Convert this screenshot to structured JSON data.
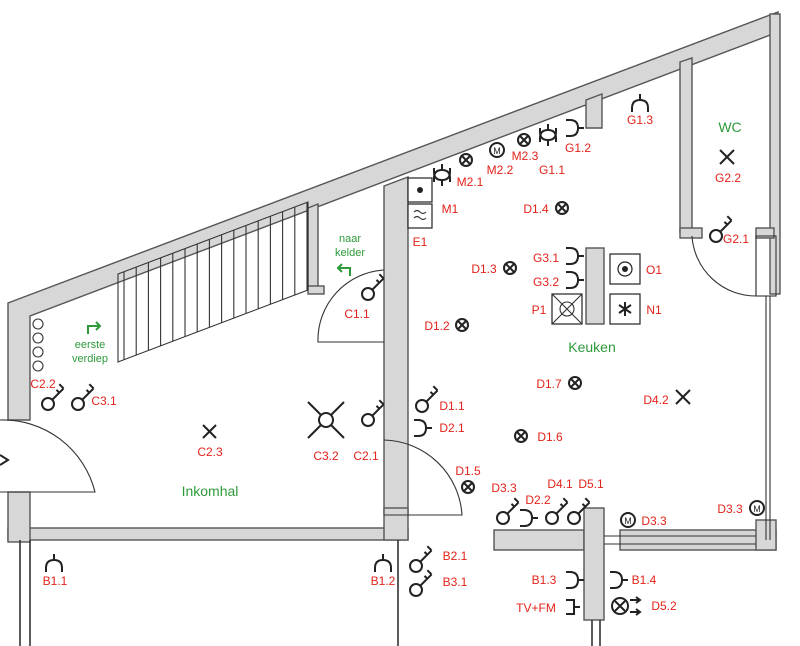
{
  "colors": {
    "label": "#e2231a",
    "room": "#2e9a3a",
    "wall_fill": "#d7d7d7",
    "wall_stroke": "#555555"
  },
  "rooms": {
    "wc": "WC",
    "keuken": "Keuken",
    "inkomhal": "Inkomhal"
  },
  "notes": {
    "naar_kelder_1": "naar",
    "naar_kelder_2": "kelder",
    "eerste_verdiep_1": "eerste",
    "eerste_verdiep_2": "verdiep"
  },
  "labels": {
    "G1_3": "G1.3",
    "G1_2": "G1.2",
    "G1_1": "G1.1",
    "G2_2": "G2.2",
    "G2_1": "G2.1",
    "M2_3": "M2.3",
    "M2_2": "M2.2",
    "M2_1": "M2.1",
    "M1": "M1",
    "E1": "E1",
    "D1_4": "D1.4",
    "D1_3": "D1.3",
    "D1_2": "D1.2",
    "D1_7": "D1.7",
    "D1_1": "D1.1",
    "D2_1": "D2.1",
    "D1_6": "D1.6",
    "D1_5": "D1.5",
    "D4_2": "D4.2",
    "G3_1": "G3.1",
    "G3_2": "G3.2",
    "O1": "O1",
    "N1": "N1",
    "P1": "P1",
    "C1_1": "C1.1",
    "C2_2": "C2.2",
    "C3_1": "C3.1",
    "C2_3": "C2.3",
    "C3_2": "C3.2",
    "C2_1": "C2.1",
    "D3_3a": "D3.3",
    "D2_2": "D2.2",
    "D4_1": "D4.1",
    "D5_1": "D5.1",
    "D3_3b": "D3.3",
    "D3_3c": "D3.3",
    "B1_1": "B1.1",
    "B1_2": "B1.2",
    "B2_1": "B2.1",
    "B3_1": "B3.1",
    "B1_3": "B1.3",
    "B1_4": "B1.4",
    "TV_FM": "TV+FM",
    "D5_2": "D5.2"
  },
  "icons": {
    "light": "cross-circle-icon",
    "ceiling_point": "cross-icon",
    "socket": "socket-icon",
    "switch": "switch-icon",
    "motor": "motor-icon",
    "oven": "oven-icon",
    "hob": "hob-icon",
    "extractor": "extractor-icon",
    "heater": "heater-icon",
    "arrow": "arrow-icon"
  }
}
